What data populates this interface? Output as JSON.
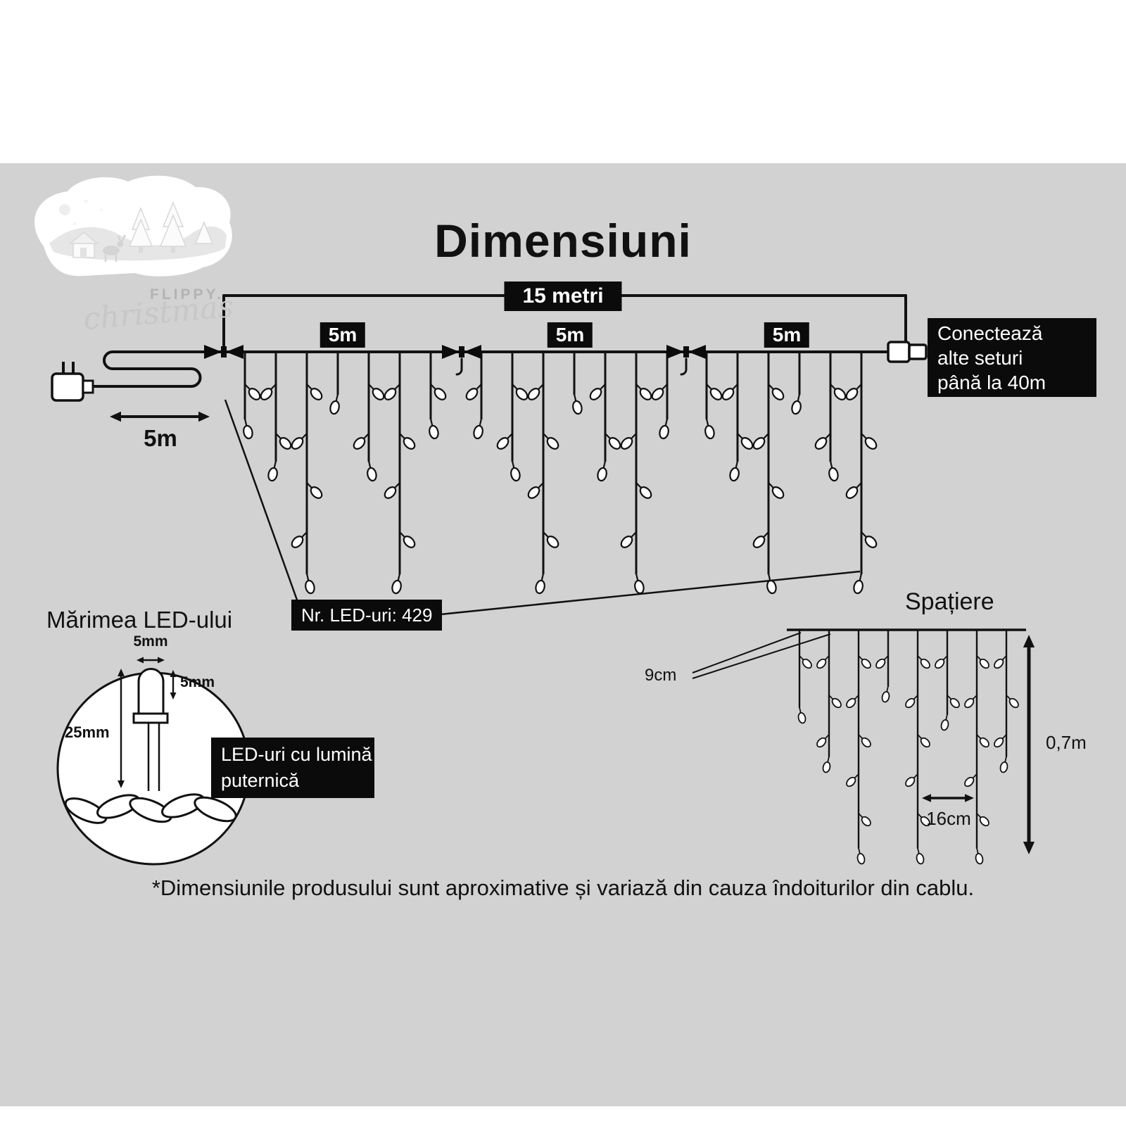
{
  "page": {
    "title": "Dimensiuni",
    "disclaimer": "*Dimensiunile produsului sunt aproximative și variază din cauza îndoiturilor din cablu."
  },
  "logo": {
    "brand": "FLIPPY.",
    "script": "christmas"
  },
  "main_diagram": {
    "total_length_label": "15 metri",
    "section_labels": [
      "5m",
      "5m",
      "5m"
    ],
    "lead_length_label": "5m",
    "led_count_label": "Nr. LED-uri: 429",
    "connect_note_lines": [
      "Conectează",
      "alte seturi",
      "până la 40m"
    ]
  },
  "led_size": {
    "heading": "Mărimea LED-ului",
    "width_label": "5mm",
    "cap_height_label": "5mm",
    "length_label": "25mm",
    "note_lines": [
      "LED-uri cu lumină",
      "puternică"
    ]
  },
  "spacing": {
    "heading": "Spațiere",
    "drop_gap_label": "9cm",
    "horizontal_gap_label": "16cm",
    "drop_height_label": "0,7m"
  },
  "colors": {
    "background_band": "#d2d2d2",
    "label_background": "#0b0b0b",
    "label_text": "#ffffff",
    "line": "#111111"
  }
}
